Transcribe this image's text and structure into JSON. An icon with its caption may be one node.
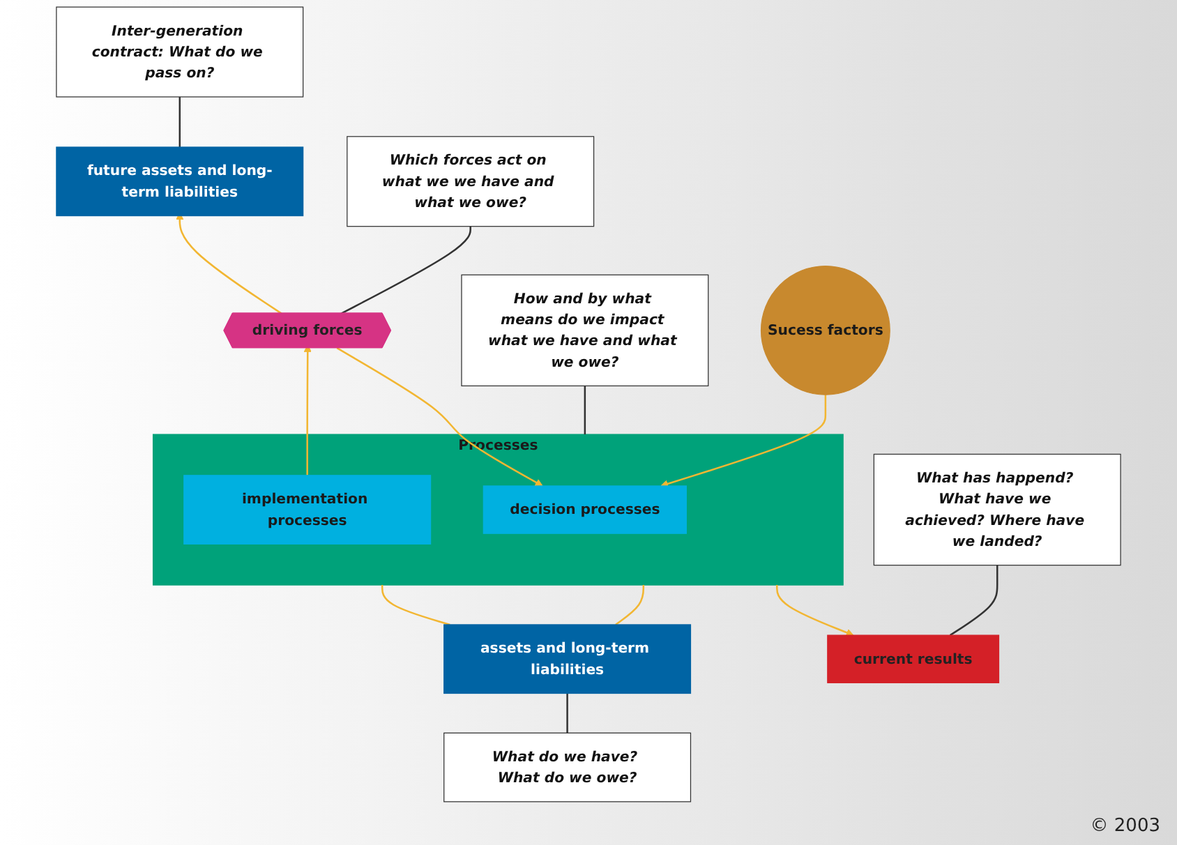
{
  "diagram": {
    "nodes": [
      {
        "text": [
          "future assets and long-term liabilities"
        ]
      },
      {
        "text": [
          "Inter-generation contract: What do we pass on?"
        ]
      },
      {
        "text": [
          "Which forces act on what we we have and what we owe?"
        ]
      },
      {
        "text": [
          "driving forces"
        ]
      },
      {
        "text": [
          "How and by what means do we impact what we have and what we owe?"
        ]
      },
      {
        "text": [
          "What has happend? What have we achieved? Where have we landed?"
        ]
      },
      {
        "text": [
          "Processes"
        ]
      },
      {
        "text": [
          "decision processes"
        ],
        "in": 6
      },
      {
        "text": [
          "implementation processes"
        ],
        "in": 6
      },
      {
        "text": [
          "Sucess factors"
        ]
      },
      {
        "text": [
          "current results"
        ]
      },
      {
        "text": [
          "assets and long-term liabilities"
        ]
      },
      {
        "text": [
          "What do we have? What do we owe?"
        ]
      }
    ],
    "edges": [
      {
        "from": 3,
        "to": 0,
        "arrow": "to"
      },
      {
        "from": 3,
        "to": 7,
        "arrow": "to"
      },
      {
        "from": 8,
        "to": 3,
        "arrow": "to"
      },
      {
        "from": 9,
        "to": 7,
        "arrow": "to"
      },
      {
        "from": 6,
        "to": 10,
        "arrow": "to"
      },
      {
        "from": 6,
        "to": 11,
        "arrow": "none"
      },
      {
        "from": 6,
        "to": 11,
        "arrow": "none"
      },
      {
        "from": 1,
        "to": 0,
        "arrow": "none",
        "color": "#333333"
      },
      {
        "from": 2,
        "to": 3,
        "arrow": "none",
        "color": "#333333"
      },
      {
        "from": 4,
        "to": 6,
        "arrow": "none",
        "color": "#333333"
      },
      {
        "from": 5,
        "to": 10,
        "arrow": "none",
        "color": "#333333"
      },
      {
        "from": 12,
        "to": 11,
        "arrow": "none",
        "color": "#333333"
      }
    ],
    "labels": [
      "© 2003"
    ]
  }
}
